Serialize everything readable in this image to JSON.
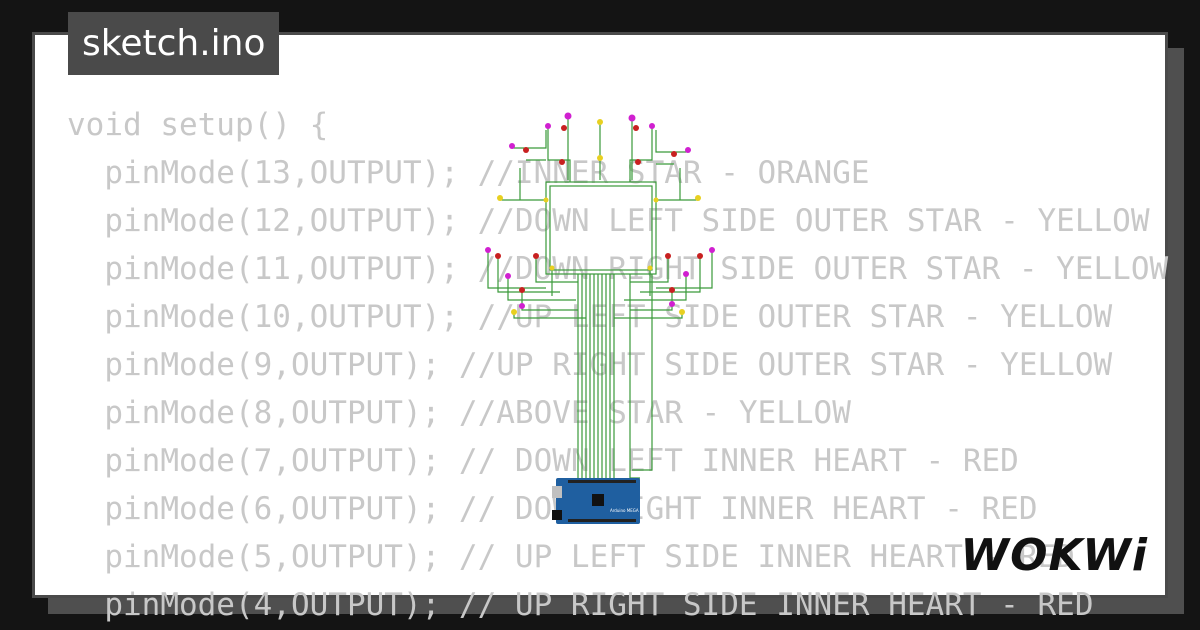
{
  "tab": {
    "title": "sketch.ino"
  },
  "code": {
    "lines": [
      "void setup() {",
      "  pinMode(13,OUTPUT); //INNER STAR - ORANGE",
      "  pinMode(12,OUTPUT); //DOWN LEFT SIDE OUTER STAR - YELLOW",
      "  pinMode(11,OUTPUT); //DOWN RIGHT SIDE OUTER STAR - YELLOW",
      "  pinMode(10,OUTPUT); //UP LEFT SIDE OUTER STAR - YELLOW",
      "  pinMode(9,OUTPUT); //UP RIGHT SIDE OUTER STAR - YELLOW",
      "  pinMode(8,OUTPUT); //ABOVE STAR - YELLOW",
      "  pinMode(7,OUTPUT); // DOWN LEFT INNER HEART - RED",
      "  pinMode(6,OUTPUT); // DOWN RIGHT INNER HEART - RED",
      "  pinMode(5,OUTPUT); // UP LEFT SIDE INNER HEART - RED",
      "  pinMode(4,OUTPUT); // UP RIGHT SIDE INNER HEART - RED"
    ]
  },
  "board": {
    "label": "Arduino MEGA",
    "color": "#1f5fa0"
  },
  "brand": {
    "logo": "WOKWi"
  },
  "colors": {
    "wire": "#3a9a3a",
    "led_magenta": "#d020d0",
    "led_red": "#c82020",
    "led_yellow": "#e8d020",
    "code_text": "#c8c8c8"
  }
}
